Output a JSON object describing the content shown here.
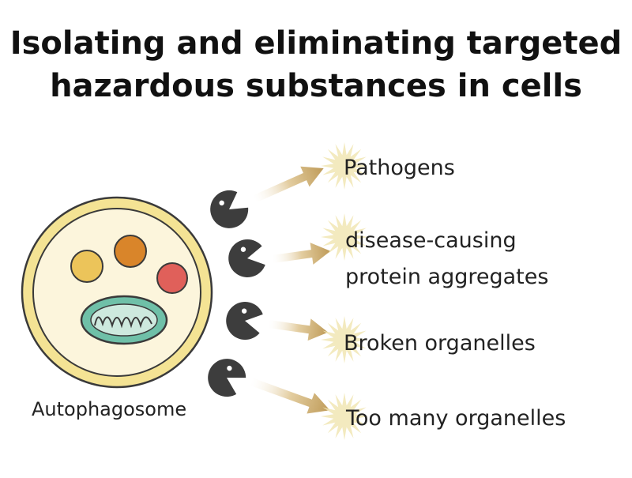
{
  "title": {
    "line1": "Isolating and eliminating targeted",
    "line2": "hazardous substances in cells"
  },
  "cell_label": "Autophagosome",
  "targets": [
    {
      "lines": [
        "Pathogens"
      ]
    },
    {
      "lines": [
        "disease-causing",
        "protein aggregates"
      ]
    },
    {
      "lines": [
        "Broken organelles"
      ]
    },
    {
      "lines": [
        "Too many organelles"
      ]
    }
  ],
  "colors": {
    "cell_fill": "#fbf3d3",
    "cell_ring": "#f3e08a",
    "outline": "#3a3a3a",
    "organelle_yellow": "#ecc45a",
    "organelle_orange": "#d9852a",
    "organelle_red": "#e0605a",
    "mitochondria": "#6fc0a8",
    "arrow": "#c9a96a",
    "pacman": "#3d3d3d",
    "burst": "#f1e6b4"
  }
}
